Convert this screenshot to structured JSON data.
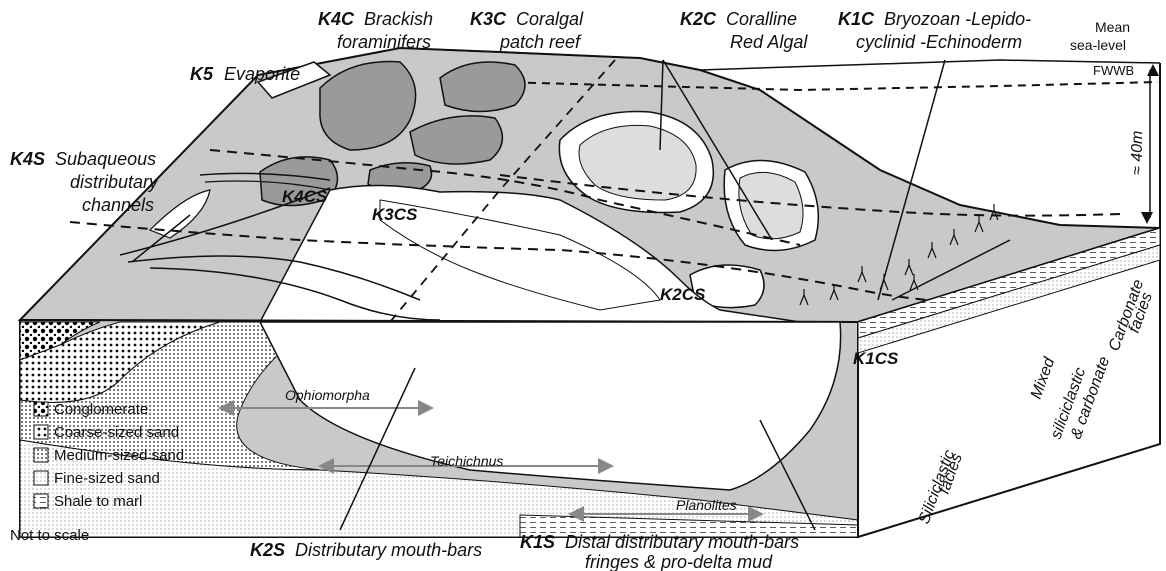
{
  "facies_labels": {
    "k5": {
      "code": "K5",
      "name": "Evaporite"
    },
    "k4c": {
      "code": "K4C",
      "line1": "Brackish",
      "line2": "foraminifers"
    },
    "k3c": {
      "code": "K3C",
      "line1": "Coralgal",
      "line2": "patch reef"
    },
    "k2c": {
      "code": "K2C",
      "line1": "Coralline",
      "line2": "Red Algal"
    },
    "k1c": {
      "code": "K1C",
      "line1": "Bryozoan -Lepido-",
      "line2": "cyclinid -Echinoderm"
    },
    "k4s": {
      "code": "K4S",
      "line1": "Subaqueous",
      "line2": "distributary",
      "line3": "channels"
    },
    "k2s": {
      "code": "K2S",
      "name": "Distributary mouth-bars"
    },
    "k1s": {
      "code": "K1S",
      "line1": "Distal distributary mouth-bars",
      "line2": "fringes & pro-delta mud"
    }
  },
  "map_codes": {
    "k4cs": "K4CS",
    "k3cs": "K3CS",
    "k2cs": "K2CS",
    "k1cs": "K1CS"
  },
  "sea_level": {
    "line1": "Mean",
    "line2": "sea-level",
    "fwwb": "FWWB",
    "depth": "≈ 40m"
  },
  "side_facies": {
    "carbonate_1": "Carbonate",
    "carbonate_2": "facies",
    "mixed_1": "Mixed",
    "mixed_2": "siliciclastic",
    "mixed_3": "& carbonate",
    "silici_1": "Siliciclastic",
    "silici_2": "facies"
  },
  "trace_fossils": [
    "Ophiomorpha",
    "Teichichnus",
    "Planolites"
  ],
  "legend": [
    {
      "label": "Conglomerate"
    },
    {
      "label": "Coarse-sized sand"
    },
    {
      "label": "Medium-sized sand"
    },
    {
      "label": "Fine-sized sand"
    },
    {
      "label": "Shale to marl"
    }
  ],
  "scale_note": "Not to scale",
  "colors": {
    "sea_grey": "#c9c9c9",
    "patch_dark": "#9a9a9a",
    "sand_white": "#ffffff",
    "outline": "#111111",
    "arrow_grey": "#888888"
  }
}
